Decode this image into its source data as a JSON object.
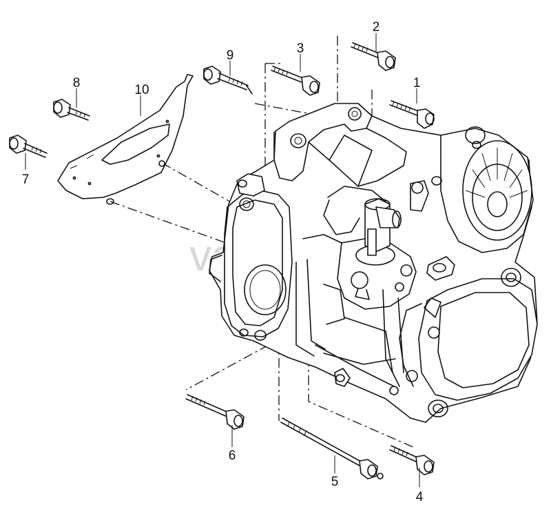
{
  "watermark": "vagtec.ru",
  "callouts": [
    "1",
    "2",
    "3",
    "4",
    "5",
    "6",
    "7",
    "8",
    "9",
    "10"
  ]
}
